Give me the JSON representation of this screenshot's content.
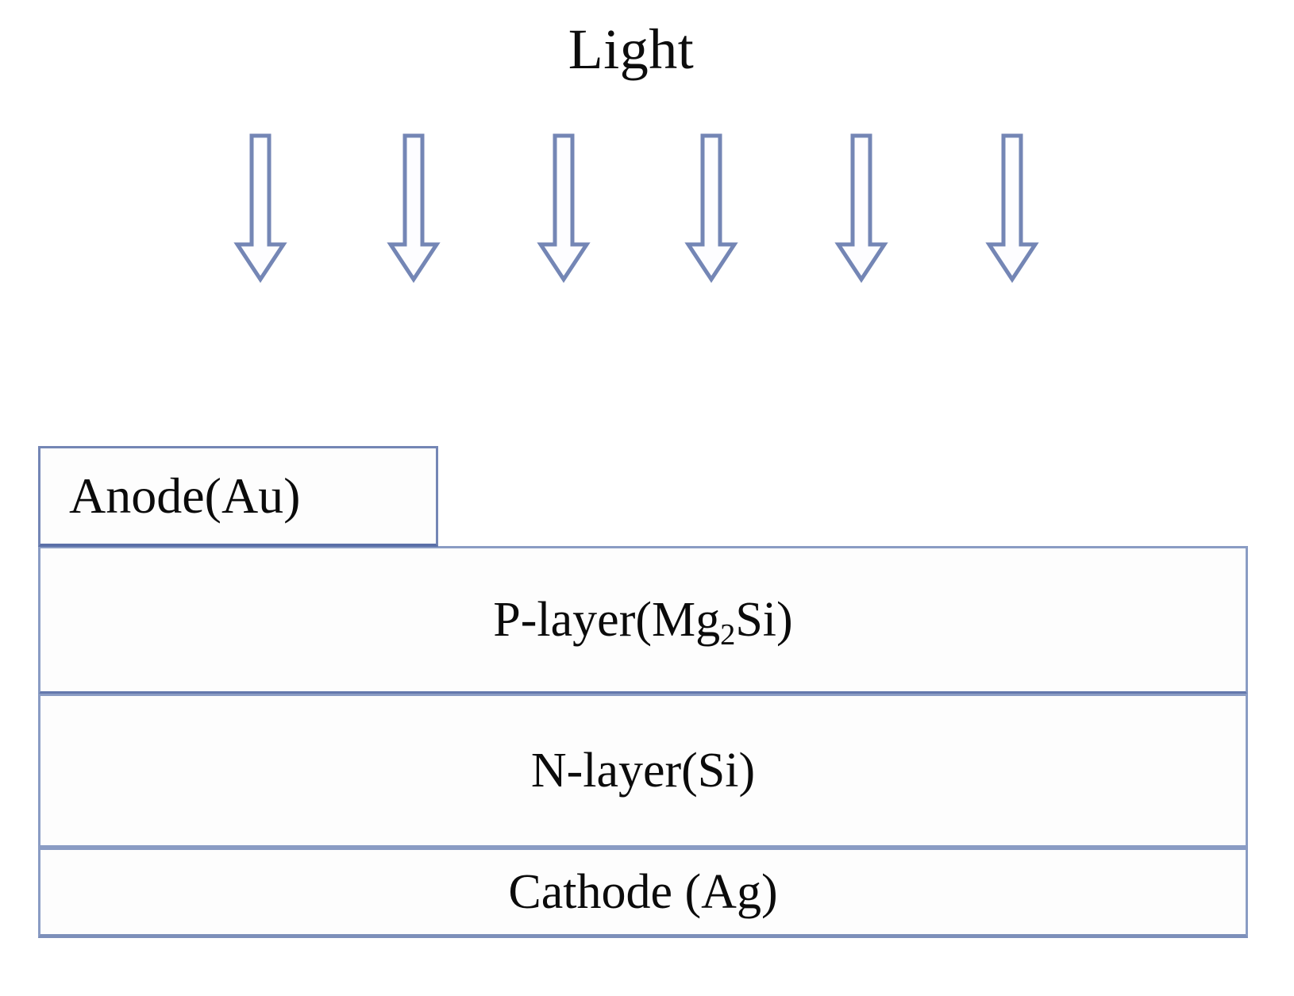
{
  "diagram": {
    "title": "Light",
    "title_icon": "light-source-label",
    "background_color": "#ffffff",
    "accent_color": "#7486b5",
    "text_color": "#0b0b0b"
  },
  "light_arrows": {
    "icon": "down-arrow-icon",
    "count": 6,
    "direction": "down",
    "stroke_color": "#7486b5",
    "fill_color": "#fdfdff",
    "positions_x": [
      296,
      489,
      678,
      864,
      1053,
      1243
    ]
  },
  "device_stack": {
    "layers": [
      {
        "name": "anode",
        "label": "Anode(Au)",
        "material": "Au",
        "align": "left",
        "border_color": "#7486b5"
      },
      {
        "name": "p-layer",
        "label_main": "P-layer(Mg",
        "label_sub": "2",
        "label_tail": "Si)",
        "material": "Mg2Si",
        "align": "center",
        "border_color": "#8a9cc4"
      },
      {
        "name": "n-layer",
        "label": "N-layer(Si)",
        "material": "Si",
        "align": "center",
        "border_color": "#8a9cc4"
      },
      {
        "name": "cathode",
        "label": "Cathode (Ag)",
        "material": "Ag",
        "align": "center",
        "border_color": "#8a9cc4"
      }
    ]
  }
}
